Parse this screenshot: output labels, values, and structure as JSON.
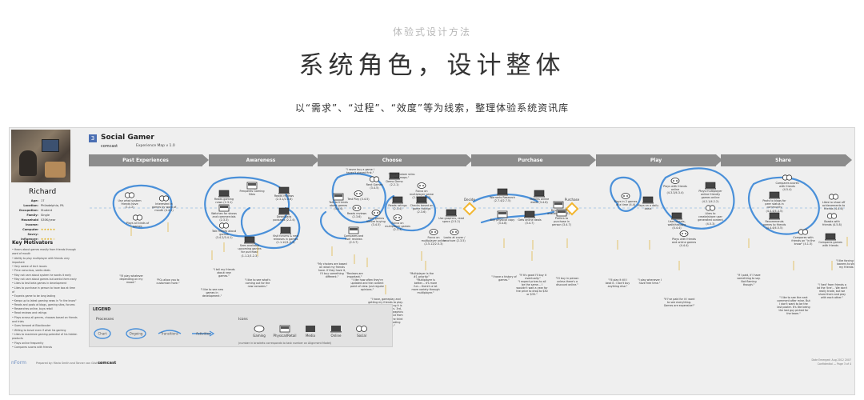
{
  "slide": {
    "subtitle": "体验式设计方法",
    "title": "系统角色，设计整体",
    "lead": "以“需求”、“过程”、“效度”等为线索，整理体验系统资讯库"
  },
  "poster": {
    "number": "3",
    "title": "Social Gamer",
    "brand": "comcast",
    "subtitle": "Experience Map v 1.0",
    "stages": [
      "Past Experiences",
      "Awareness",
      "Choose",
      "Purchase",
      "Play",
      "Share"
    ],
    "persona": {
      "name": "Richard",
      "details": [
        {
          "key": "Age:",
          "value": "17"
        },
        {
          "key": "Location:",
          "value": "Philadelphia, PA"
        },
        {
          "key": "Occupation:",
          "value": "Student"
        },
        {
          "key": "Family:",
          "value": "Single"
        },
        {
          "key": "Household Income:",
          "value": "$30K/year"
        },
        {
          "key": "Computer Savvy:",
          "value": "★★★★★"
        },
        {
          "key": "Influencer:",
          "value": "★★★★☆"
        }
      ]
    },
    "key_motivators_title": "Key Motivators",
    "key_motivators": [
      "Hears about games mostly from friends through word of mouth",
      "Ability to play multiplayer with friends very important",
      "Very aware of tech issues",
      "Price conscious, seeks deals",
      "May not care about system he wants it early",
      "May not care about games but wants them early",
      "Likes to test beta games in development",
      "Likes to purchase in person to have box at time of",
      "Expects game to be long lasting",
      "Keeps up to latest gaming news in \"in the know\"",
      "Reads and posts at blogs, gaming sites, forums",
      "Researches online, buys retail",
      "Read reviews and ratings",
      "Plays across all genres, chooses based on friends and trials",
      "Goes forward at Blockbuster",
      "Willing to travel even if what his gaming",
      "Likes to maximize gaming potential of his hidden products",
      "Plays online frequently",
      "Compares scores with friends"
    ],
    "legend": {
      "title": "LEGEND",
      "processes_label": "Processes",
      "process_items": [
        "Chart",
        "Ongoing",
        "Transitions",
        "Activities"
      ],
      "icons_label": "Icons",
      "icon_items": [
        "Gaming",
        "Physical/Retail",
        "Media",
        "Online",
        "Social"
      ],
      "note": "(number in brackets corresponds to task number on Alignment Model)"
    },
    "decision_labels": [
      "Decide",
      "Purchase"
    ],
    "nodes": {
      "past": [
        {
          "text": "Use what system friends have (1.1.2)"
        },
        {
          "text": "Interested in games by word of mouth (4.4.1)"
        },
        {
          "text": "Plays all kinds of games"
        }
      ],
      "awareness": [
        {
          "text": "Reads gaming news (2.3.1)"
        },
        {
          "text": "Frequents Gaming Sites"
        },
        {
          "text": "Reads reviews (2.3.1/2.3.6)"
        },
        {
          "text": "Watches for shows and commercials (2.3.3)"
        },
        {
          "text": "Downloads podcasts (2.2.4)"
        },
        {
          "text": "Talk friends about games (3.4.2/3.4.1)"
        },
        {
          "text": "Sees available upcoming games for purchase (1.1.2/1.2.3)"
        },
        {
          "text": "Visit forums & new releases in games (1.1.10/1.2.3)"
        }
      ],
      "choose": [
        {
          "text": "Talk to friends about games (3.4.4)"
        },
        {
          "text": "Reads reviews (2.3.6)"
        },
        {
          "text": "Rent Games (3.4.5)"
        },
        {
          "text": "Demo Demo (2.2.1)"
        },
        {
          "text": "Test Play (3.4.5)"
        },
        {
          "text": "Rent games before buying (3.4.5)"
        },
        {
          "text": "Reads ratings (2.3.4)"
        },
        {
          "text": "Compares and user reviews (2.3.7)"
        },
        {
          "text": "Focus on multiplayer games (2.3.3)"
        },
        {
          "text": "Focus on multiplayer game (2.5.12/2.5.3)"
        },
        {
          "text": "Checks based on game ratings (2.3.6)"
        },
        {
          "text": "Use graphics, read specs (2.5.2)"
        },
        {
          "text": "Focus on multiplayer online (2.5.12/2.5.3)"
        },
        {
          "text": "Looks at cover / brochure (2.3.5)"
        }
      ],
      "purchase": [
        {
          "text": "Warrants Research (2.7.4/2.7.5)"
        },
        {
          "text": "Obtains online deals (3.4.8)"
        },
        {
          "text": "Buys when available (3.6.5)"
        },
        {
          "text": "Buy physical copy (3.4.8)"
        },
        {
          "text": "Gets online deals (3.4.7)"
        },
        {
          "text": "Prefers to purchase in person (3.4.7)"
        }
      ],
      "play": [
        {
          "text": "Plays in 2 games at a time (4.4)"
        },
        {
          "text": "Plays on a daily basis"
        },
        {
          "text": "Plays with friends online (4.3.3/4.3.4)"
        },
        {
          "text": "Plays multiplayer online friendly games online (4.2.1/4.2.2)"
        },
        {
          "text": "Uses cheats, walkthroughs (4.4.4)"
        },
        {
          "text": "Likes to create/share user generated content (4.5.3)"
        },
        {
          "text": "Plays with friends and online games (4.4.4)"
        }
      ],
      "share": [
        {
          "text": "Compares scores with friends (4.5.4)"
        },
        {
          "text": "Posts to blogs for peer status in community (4.4.4/4.4.5)"
        },
        {
          "text": "Likes to show off achievements to friends (4.4.6)"
        },
        {
          "text": "Recommends games to friends (4.4.4/4.5.5)"
        },
        {
          "text": "Boasts with friends (4.5.8)"
        },
        {
          "text": "Compares with friends on \"in the know\" (4.1.5)"
        },
        {
          "text": "Compares games with friends"
        }
      ]
    },
    "quotes": [
      {
        "text": "\"I'll play whatever depending on my mood.\""
      },
      {
        "text": "\"PCs allow you to customize more.\""
      },
      {
        "text": "\"I tell my friends about new games.\""
      },
      {
        "text": "\"I like to see new games in development.\""
      },
      {
        "text": "\"I like to see what's coming out for the new consoles.\""
      },
      {
        "text": "\"I never buy a game I haven't played first.\""
      },
      {
        "text": "\"I love custom skins and maps.\""
      },
      {
        "text": "\"My choices are based on what my friends have. If they have it, I'll buy something different.\""
      },
      {
        "text": "\"Reviews are important.\""
      },
      {
        "text": "\"I like how often they're updated and the content point of view. Just regular opinions.\""
      },
      {
        "text": "\"I have, gameplay and getting my friends to play. 2nd, how interesting it is and the characters. 3rd, the graphics. The graphics thing I can figure out from advertisements. The third one I get from reading blogs/forums.\""
      },
      {
        "text": "\"Multiplayer is the #1 priority.\""
      },
      {
        "text": "\"Multiplayer is better... it's more fun... there's a lot more variety through multiplayer.\""
      },
      {
        "text": "\"I have a history of games.\""
      },
      {
        "text": "\"If it's good I'll buy it eventually.\""
      },
      {
        "text": "\"I expect prices to all be the same... I wouldn't wait a year for the price to drop to $30 or $35.\""
      },
      {
        "text": "\"I'll buy in person unless there's a discount online.\""
      },
      {
        "text": "\"I'll play it till I beat it. I don't buy anything else.\""
      },
      {
        "text": "\"I play whenever I have free time.\""
      },
      {
        "text": "\"If I've paid for it I want to see everything. Games are expensive!\""
      },
      {
        "text": "\"If I paid, if I have something to say. Not flaming though.\""
      },
      {
        "text": "\"I like to see the next comment after mine. But I don't want to be the last poster. It's like being the last guy picked for the team.\""
      },
      {
        "text": "\"I 'bed' from friends a lot the 'line'... We don't really trade, but we share them and play with each other.\""
      },
      {
        "text": "\"I like forcing the loaners to show my friends.\""
      }
    ],
    "footer": {
      "brand_left": "nForm",
      "credit": "Prepared by: Maria Smith and Tanner van Gilst for",
      "brand_right": "comcast",
      "right_line1": "Date Emerged: Aug 2012 2007",
      "right_line2": "Confidential — Page 3 of 4"
    }
  },
  "colors": {
    "stage_bar": "#8c8c8c",
    "flow_line": "#4a90d9",
    "decision": "#f2b630",
    "accent": "#4b6fb3",
    "title_text": "#333333",
    "subtitle_text": "#b8b8b8",
    "quote_line": "#e0b84a"
  }
}
